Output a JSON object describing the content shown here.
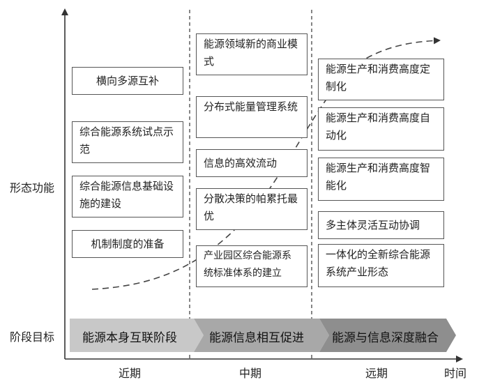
{
  "y_axis_label": "形态功能",
  "x_axis_label": "时间",
  "stage_row_label": "阶段目标",
  "periods": [
    "近期",
    "中期",
    "远期"
  ],
  "stages": [
    "能源本身互联阶段",
    "能源信息相互促进",
    "能源与信息深度融合"
  ],
  "near_boxes": [
    "横向多源互补",
    "综合能源系统试点示范",
    "综合能源信息基础设施的建设",
    "机制制度的准备"
  ],
  "mid_boxes": [
    "能源领域新的商业模式",
    "分布式能量管理系统",
    "信息的高效流动",
    "分散决策的帕累托最优",
    "产业园区综合能源系统标准体系的建立"
  ],
  "far_boxes": [
    "能源生产和消费高度定制化",
    "能源生产和消费高度自动化",
    "能源生产和消费高度智能化",
    "多主体灵活互动协调",
    "一体化的全新综合能源系统产业形态"
  ],
  "colors": {
    "stage_1": "#c8c8c8",
    "stage_2": "#a8a8a8",
    "stage_3": "#8e8e8e",
    "line": "#444444"
  }
}
